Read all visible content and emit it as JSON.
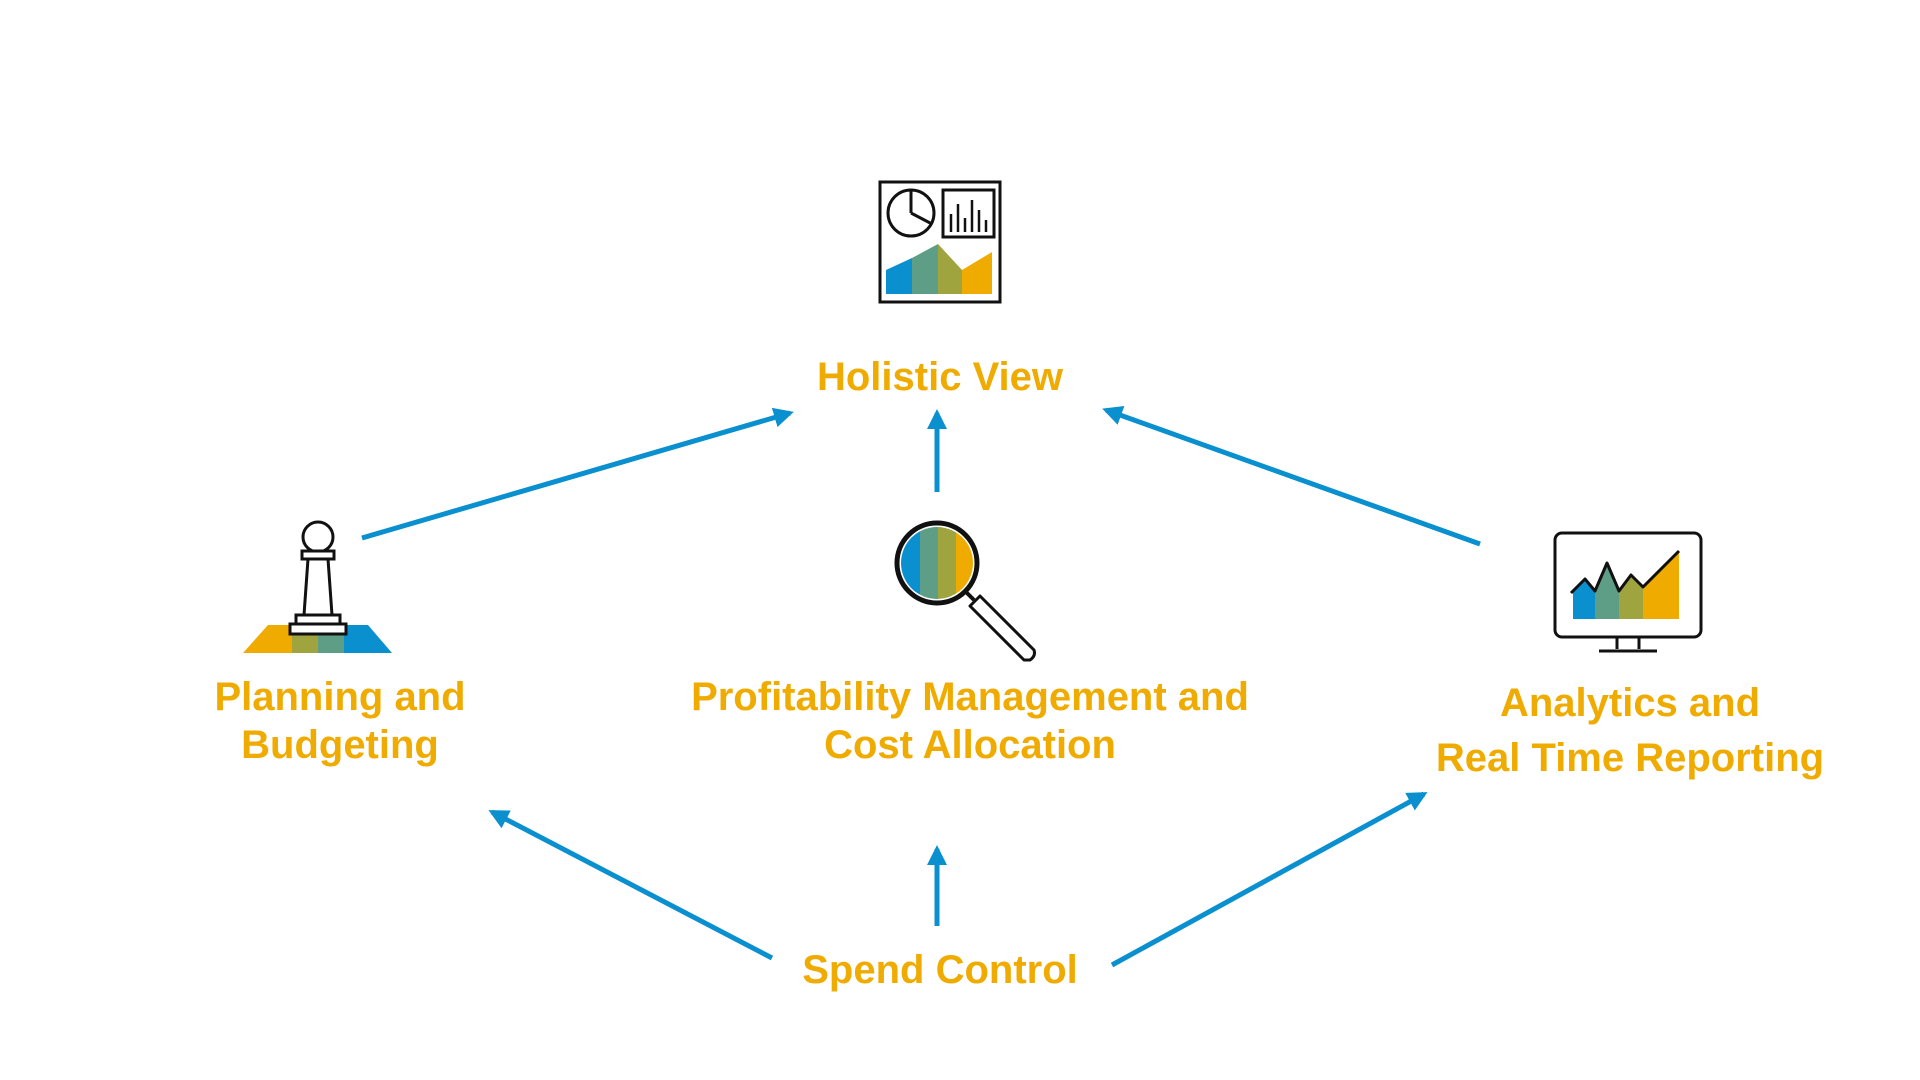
{
  "colors": {
    "label": "#f0ab00",
    "arrow": "#0a8fcf",
    "icon_stroke": "#111111",
    "palette": [
      "#0a8fcf",
      "#5e9e86",
      "#9fa43e",
      "#f0ab00"
    ]
  },
  "nodes": {
    "holistic": {
      "line1": "Holistic View",
      "icon": "dashboard-icon"
    },
    "planning": {
      "line1": "Planning and",
      "line2": "Budgeting",
      "icon": "chess-pawn-icon"
    },
    "profitability": {
      "line1": "Profitability Management and",
      "line2": "Cost Allocation",
      "icon": "magnifier-icon"
    },
    "analytics": {
      "line1": "Analytics and",
      "line2": "Real Time Reporting",
      "icon": "monitor-chart-icon"
    },
    "spend": {
      "line1": "Spend Control"
    }
  },
  "edges": [
    {
      "from": "Planning and Budgeting",
      "to": "Holistic View"
    },
    {
      "from": "Profitability Management and Cost Allocation",
      "to": "Holistic View"
    },
    {
      "from": "Analytics and Real Time Reporting",
      "to": "Holistic View"
    },
    {
      "from": "Spend Control",
      "to": "Planning and Budgeting"
    },
    {
      "from": "Spend Control",
      "to": "Profitability Management and Cost Allocation"
    },
    {
      "from": "Spend Control",
      "to": "Analytics and Real Time Reporting"
    }
  ]
}
